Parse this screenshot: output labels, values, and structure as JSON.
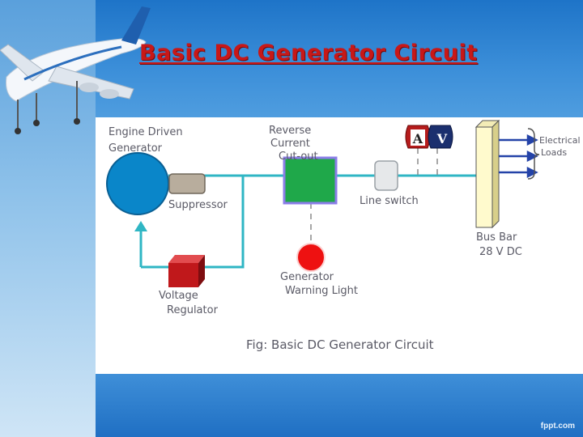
{
  "slide": {
    "title": "Basic DC Generator Circuit",
    "brand": "fppt.com"
  },
  "diagram": {
    "labels": {
      "engine_driven": "Engine Driven",
      "generator": "Generator",
      "reverse": "Reverse",
      "current": "Current",
      "cut_out": "Cut-out",
      "suppressor": "Suppressor",
      "line_switch": "Line switch",
      "electrical": "Electrical",
      "loads": "Loads",
      "bus_bar": "Bus Bar",
      "bus_voltage": "28 V DC",
      "generator_warning_1": "Generator",
      "generator_warning_2": "Warning Light",
      "voltage": "Voltage",
      "regulator": "Regulator",
      "caption": "Fig: Basic DC Generator Circuit"
    },
    "meters": {
      "ammeter": "A",
      "voltmeter": "V"
    },
    "colors": {
      "generator": "#0a86c9",
      "cut_out": "#1fa84a",
      "warning_light": "#ee1111",
      "regulator": "#c0181b",
      "wire": "#2fb6c4",
      "arrow": "#2443a8",
      "bus_bar": "#fffacd"
    }
  }
}
